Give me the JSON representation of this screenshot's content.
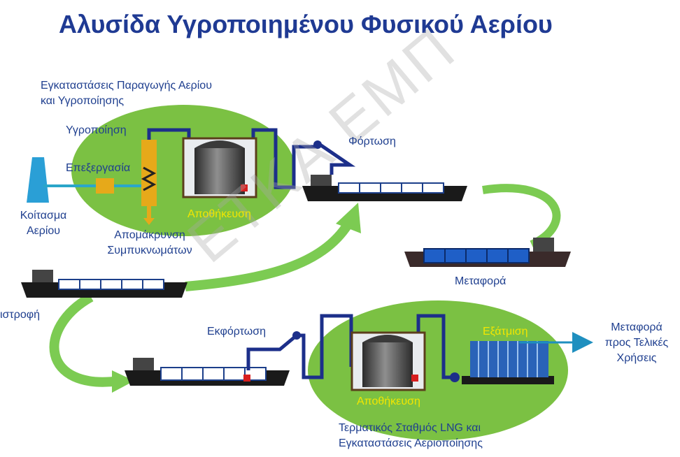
{
  "title": "Αλυσίδα Υγροποιημένου Φυσικού Αερίου",
  "labels": {
    "production_facility_line1": "Εγκαταστάσεις Παραγωγής Αερίου",
    "production_facility_line2": "και Υγροποίησης",
    "liquefaction": "Υγροποίηση",
    "processing": "Επεξεργασία",
    "gas_field_line1": "Κοίτασμα",
    "gas_field_line2": "Αερίου",
    "condensate_removal_line1": "Απομάκρυνση",
    "condensate_removal_line2": "Συμπυκνωμάτων",
    "storage_top": "Αποθήκευση",
    "loading": "Φόρτωση",
    "transport": "Μεταφορά",
    "return": "ιστροφή",
    "unloading": "Εκφόρτωση",
    "vaporization": "Εξάτμιση",
    "final_transport_line1": "Μεταφορά",
    "final_transport_line2": "προς Τελικές",
    "final_transport_line3": "Χρήσεις",
    "storage_bottom": "Αποθήκευση",
    "terminal_line1": "Τερματικός Σταθμός LNG και",
    "terminal_line2": "Εγκαταστάσεις Αεριοποίησης"
  },
  "watermark": "ΕΤΚΑ ΕΜΠ",
  "colors": {
    "title": "#1f3a93",
    "label": "#1f3f8f",
    "highlight_label": "#f2e600",
    "facility_bg": "#7bc143",
    "pipe": "#1c2f8a",
    "flow_arrow": "#7ccb52",
    "arrow_out": "#1f8fbf"
  }
}
